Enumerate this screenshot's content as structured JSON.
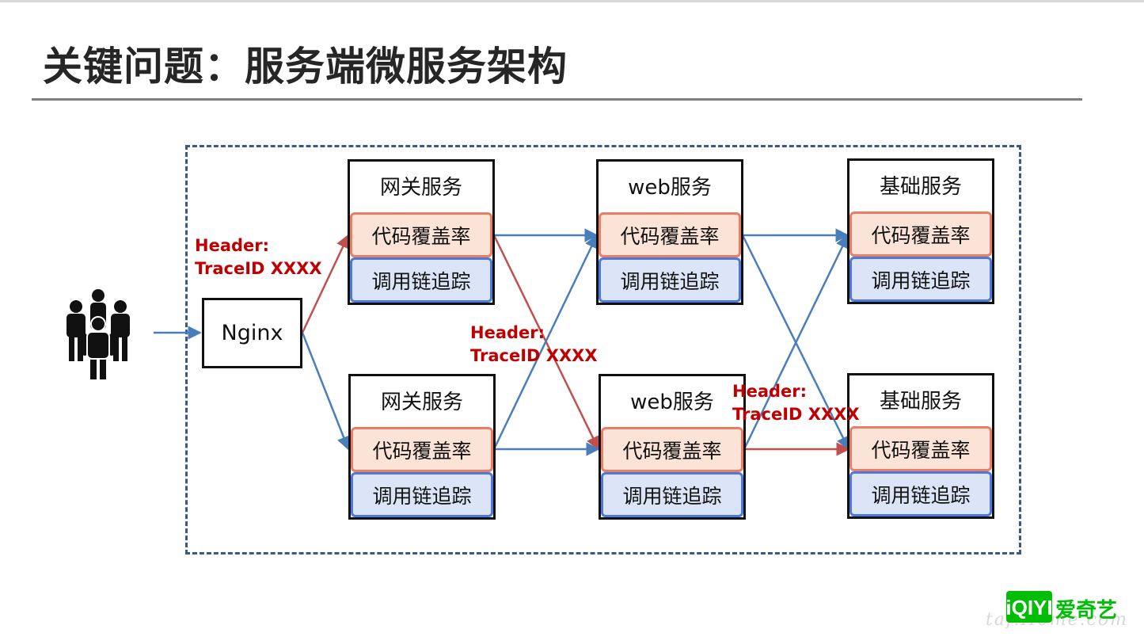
{
  "slide": {
    "title": "关键问题：服务端微服务架构"
  },
  "nginx": {
    "label": "Nginx"
  },
  "services": [
    {
      "title": "网关服务",
      "coverage": "代码覆盖率",
      "tracing": "调用链追踪"
    },
    {
      "title": "网关服务",
      "coverage": "代码覆盖率",
      "tracing": "调用链追踪"
    },
    {
      "title": "web服务",
      "coverage": "代码覆盖率",
      "tracing": "调用链追踪"
    },
    {
      "title": "web服务",
      "coverage": "代码覆盖率",
      "tracing": "调用链追踪"
    },
    {
      "title": "基础服务",
      "coverage": "代码覆盖率",
      "tracing": "调用链追踪"
    },
    {
      "title": "基础服务",
      "coverage": "代码覆盖率",
      "tracing": "调用链追踪"
    }
  ],
  "headers": [
    {
      "line1": "Header:",
      "line2": "TraceID  XXXX"
    },
    {
      "line1": "Header:",
      "line2": "TraceID  XXXX"
    },
    {
      "line1": "Header:",
      "line2": "TraceID XXXX"
    }
  ],
  "logo": {
    "text": "爱奇艺",
    "mark": "iQIYI"
  },
  "watermark": {
    "text": "taf.Home.com"
  },
  "colors": {
    "blue_arrow": "#4a7ebb",
    "red_arrow": "#c0504d",
    "header_text": "#c00000",
    "frame": "#3a5a86",
    "logo_green": "#00be06"
  },
  "icons": [
    "users-group-icon"
  ]
}
